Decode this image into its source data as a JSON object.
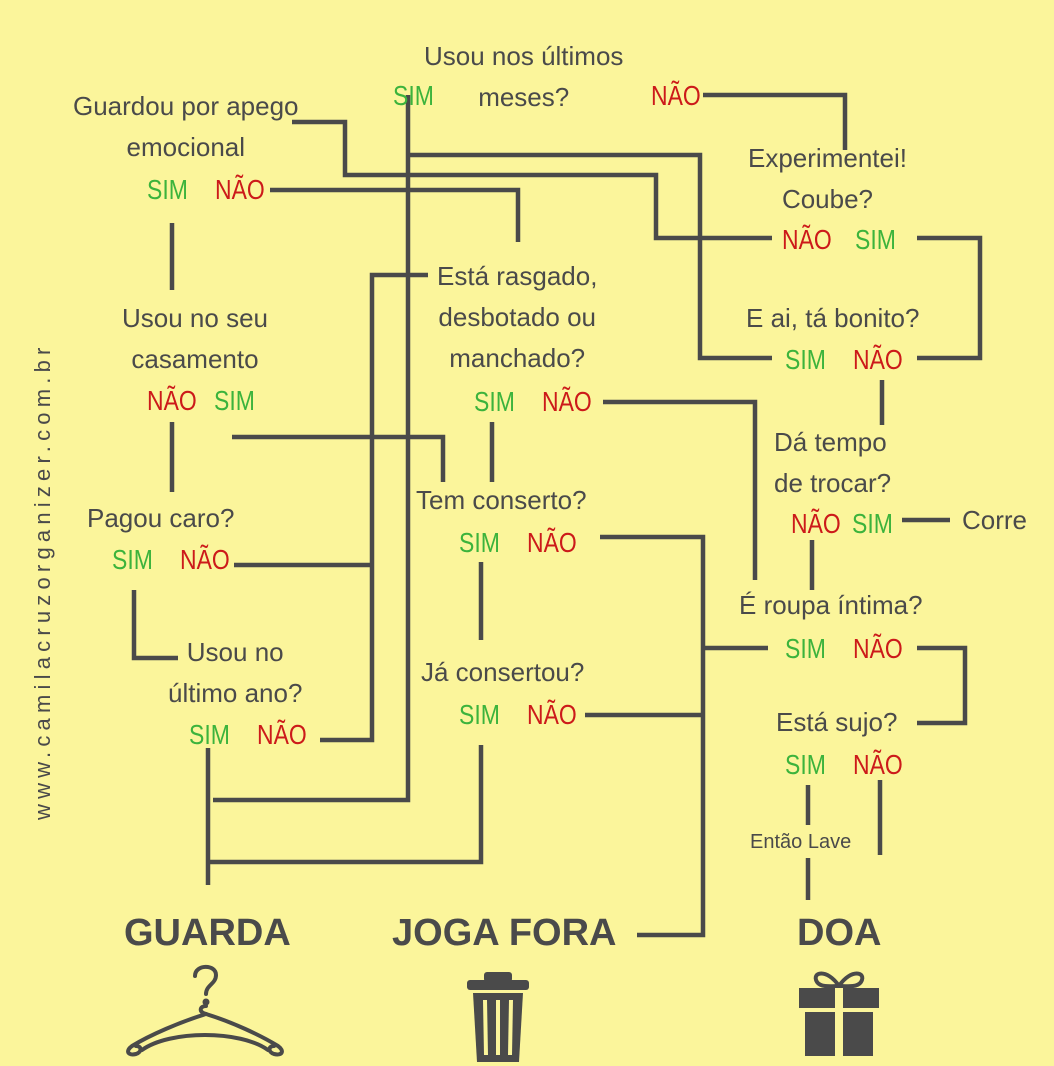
{
  "website": "www.camilacruzorganizer.com.br",
  "answers": {
    "yes": "SIM",
    "no": "NÃO"
  },
  "questions": {
    "q_used_recently": "Usou nos últimos\nmeses?",
    "q_emotional": "Guardou por apego\nemocional",
    "q_tried_on": "Experimentei!\nCoube?",
    "q_looks_good": "E ai, tá bonito?",
    "q_torn": "Está rasgado,\ndesbotado ou\nmanchado?",
    "q_wedding": "Usou no seu\ncasamento",
    "q_exchange": "Dá tempo\nde trocar?",
    "q_fixable": "Tem conserto?",
    "q_expensive": "Pagou caro?",
    "q_underwear": "É roupa íntima?",
    "q_last_year": "Usou no\núltimo ano?",
    "q_fixed": "Já consertou?",
    "q_dirty": "Está sujo?"
  },
  "notes": {
    "run": "Corre",
    "wash": "Então Lave"
  },
  "outcomes": {
    "keep": "GUARDA",
    "trash": "JOGA FORA",
    "donate": "DOA"
  },
  "colors": {
    "background": "#fbf59b",
    "text": "#4a4a4a",
    "yes": "#3cb33c",
    "no": "#cc1a1a",
    "line": "#4a4a4a"
  },
  "icons": {
    "keep": "hanger-question-icon",
    "trash": "trash-can-icon",
    "donate": "gift-box-icon"
  }
}
